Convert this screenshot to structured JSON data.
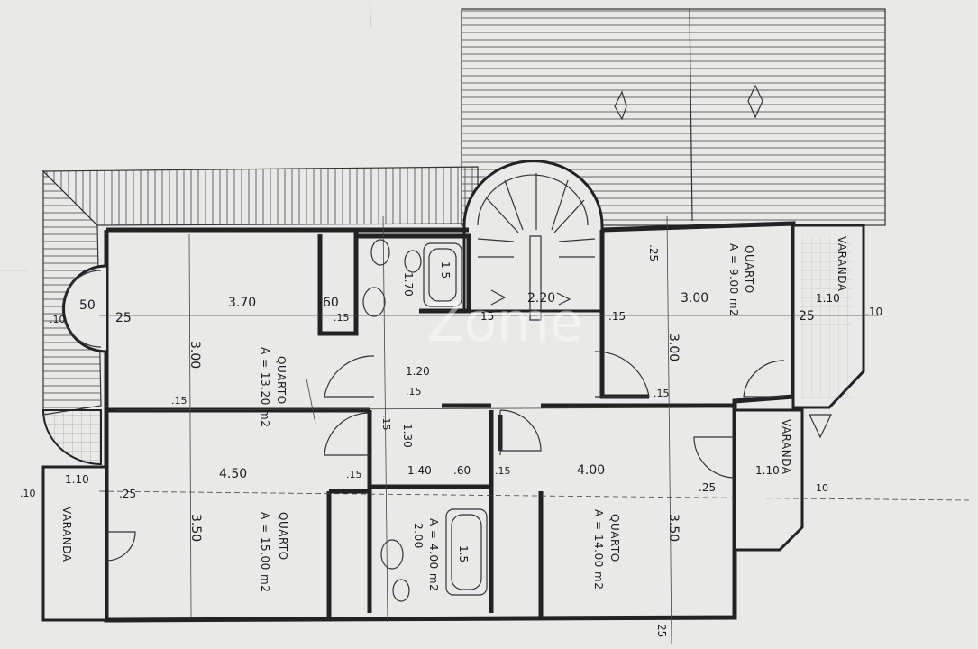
{
  "watermark": "Zome",
  "rooms": {
    "quarto_nw": {
      "name": "QUARTO",
      "area": "A = 13.20 m2"
    },
    "quarto_ne": {
      "name": "QUARTO",
      "area": "A = 9.00 m2"
    },
    "quarto_sw": {
      "name": "QUARTO",
      "area": "A = 15.00 m2"
    },
    "quarto_se": {
      "name": "QUARTO",
      "area": "A = 14.00 m2"
    },
    "bath_s": {
      "area": "A = 4.00 m2",
      "dim": "2.00"
    }
  },
  "balconies": {
    "varanda_w": "VARANDA",
    "varanda_ne": "VARANDA",
    "varanda_e": "VARANDA"
  },
  "dimensions": {
    "d370": "3.70",
    "d60a": "60",
    "d15a": ".15",
    "d25a": "25",
    "d50": "50",
    "d10a": ".10",
    "d300a": "3.00",
    "d15b": ".15",
    "d170": "1.70",
    "d15c": "1.5",
    "d220": "2.20",
    "d15d": "15",
    "d15e": ".15",
    "d300b": "3.00",
    "d300c": "3.00",
    "d25b": ".25",
    "d110a": "1.10",
    "d25c": "25",
    "d10b": ".10",
    "d120": "1.20",
    "d15f": ".15",
    "d15g": ".15",
    "d130": "1.30",
    "d15h": ".15",
    "d450": "4.50",
    "d15i": ".15",
    "d140": "1.40",
    "d60b": ".60",
    "d15j": ".15",
    "d400": "4.00",
    "d25d": ".25",
    "d110b": "1.10",
    "d10c": "10",
    "d110c": "1.10",
    "d25e": ".25",
    "d10d": ".10",
    "d350a": "3.50",
    "d350b": "3.50",
    "d15k": "1.5",
    "d25f": "25"
  }
}
